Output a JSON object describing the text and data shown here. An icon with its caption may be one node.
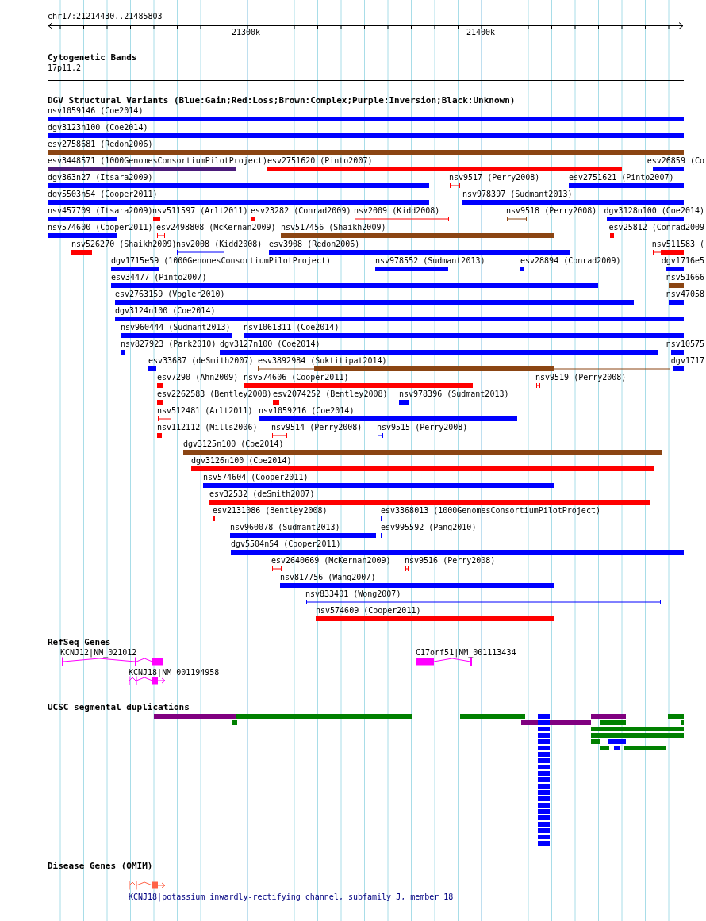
{
  "diagram": {
    "labels": [
      "chr17:21214430..21485803",
      "21300k",
      "21400k",
      "Cytogenetic Bands",
      "17p11.2",
      "DGV Structural Variants (Blue:Gain;Red:Loss;Brown:Complex;Purple:Inversion;Black:Unknown)",
      "nsv1059146 (Coe2014)",
      "dgv3123n100 (Coe2014)",
      "esv2758681 (Redon2006)",
      "esv3448571 (1000GenomesConsortiumPilotProject)",
      "esv2751620 (Pinto2007)",
      "esv26859 (Co",
      "dgv363n27 (Itsara2009)",
      "nsv9517 (Perry2008)",
      "esv2751621 (Pinto2007)",
      "dgv5503n54 (Cooper2011)",
      "nsv978397 (Sudmant2013)",
      "nsv457709 (Itsara2009)",
      "nsv511597 (Arlt2011)",
      "esv23282 (Conrad2009)",
      "nsv2009 (Kidd2008)",
      "nsv9518 (Perry2008)",
      "dgv3128n100 (Coe2014)",
      "nsv574600 (Cooper2011)",
      "esv2498808 (McKernan2009)",
      "nsv517456 (Shaikh2009)",
      "esv25812 (Conrad2009",
      "nsv526270 (Shaikh2009)",
      "nsv2008 (Kidd2008)",
      "esv3908 (Redon2006)",
      "nsv511583 (",
      "dgv1715e59 (1000GenomesConsortiumPilotProject)",
      "nsv978552 (Sudmant2013)",
      "esv28894 (Conrad2009)",
      "dgv1716e5",
      "esv34477 (Pinto2007)",
      "nsv51666",
      "esv2763159 (Vogler2010)",
      "nsv47058",
      "dgv3124n100 (Coe2014)",
      "nsv960444 (Sudmant2013)",
      "nsv1061311 (Coe2014)",
      "nsv827923 (Park2010)",
      "dgv3127n100 (Coe2014)",
      "nsv10575",
      "esv33687 (deSmith2007)",
      "esv3892984 (Suktitipat2014)",
      "dgv1717",
      "esv7290 (Ahn2009)",
      "nsv574606 (Cooper2011)",
      "nsv9519 (Perry2008)",
      "esv2262583 (Bentley2008)",
      "esv2074252 (Bentley2008)",
      "nsv978396 (Sudmant2013)",
      "nsv512481 (Arlt2011)",
      "nsv1059216 (Coe2014)",
      "nsv112112 (Mills2006)",
      "nsv9514 (Perry2008)",
      "nsv9515 (Perry2008)",
      "dgv3125n100 (Coe2014)",
      "dgv3126n100 (Coe2014)",
      "nsv574604 (Cooper2011)",
      "esv32532 (deSmith2007)",
      "esv2131086 (Bentley2008)",
      "esv3368013 (1000GenomesConsortiumPilotProject)",
      "nsv960078 (Sudmant2013)",
      "esv995592 (Pang2010)",
      "dgv5504n54 (Cooper2011)",
      "esv2640669 (McKernan2009)",
      "nsv9516 (Perry2008)",
      "nsv817756 (Wang2007)",
      "nsv833401 (Wong2007)",
      "nsv574609 (Cooper2011)",
      "RefSeq Genes",
      "KCNJ12|NM_021012",
      "C17orf51|NM_001113434",
      "KCNJ18|NM_001194958",
      "UCSC segmental duplications",
      "Disease Genes (OMIM)",
      "KCNJ18|potassium inwardly-rectifying channel, subfamily J, member 18"
    ]
  }
}
